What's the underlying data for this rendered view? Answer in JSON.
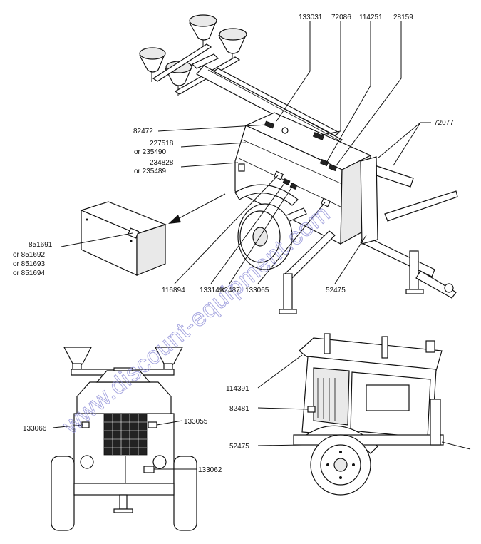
{
  "watermark": "www.discount-equipment.com",
  "labels": {
    "p133031": "133031",
    "p72086": "72086",
    "p114251": "114251",
    "p28159": "28159",
    "p72077": "72077",
    "p82472": "82472",
    "p227518": "227518",
    "p235490": "or 235490",
    "p234828": "234828",
    "p235489": "or 235489",
    "p851691": "851691",
    "p851692": "or 851692",
    "p851693": "or 851693",
    "p851694": "or 851694",
    "p116894": "116894",
    "p133149": "133149",
    "p82487": "82487",
    "p133065": "133065",
    "p52475a": "52475",
    "p133066": "133066",
    "p133055": "133055",
    "p133062": "133062",
    "p114391": "114391",
    "p82481": "82481",
    "p52475b": "52475"
  }
}
